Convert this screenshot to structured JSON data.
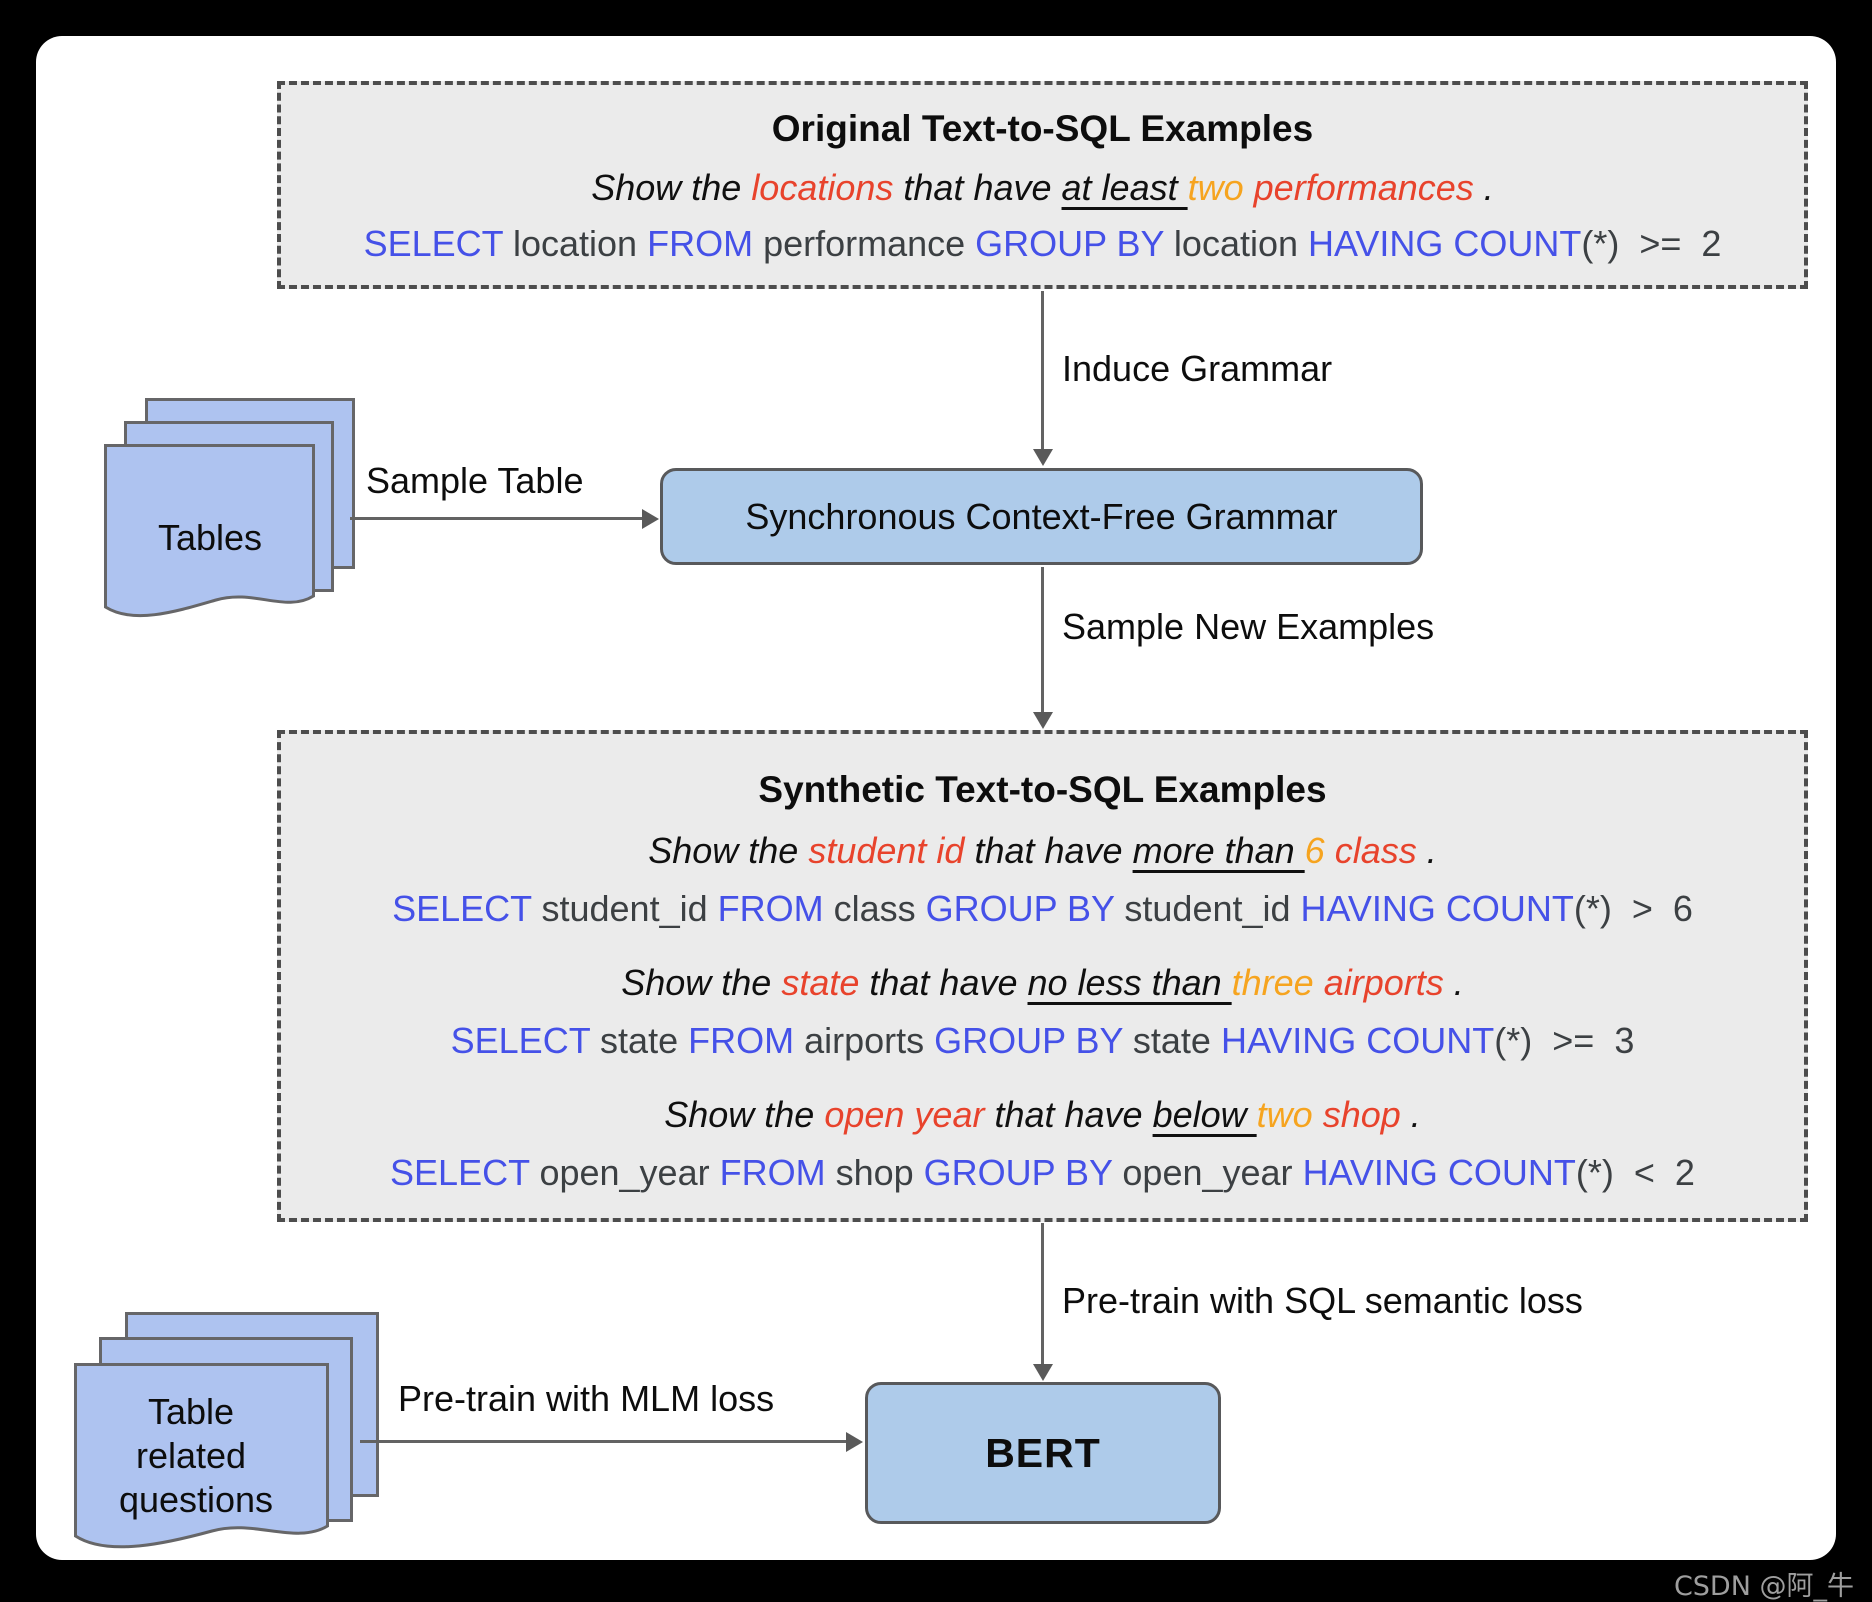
{
  "watermark": "CSDN @阿_牛",
  "colors": {
    "frame_bg": "#000000",
    "panel_bg": "#ffffff",
    "dashed_box_bg": "#ebebeb",
    "dashed_border": "#4d4d4d",
    "node_blue": "#aecbea",
    "doc_blue": "#aec3f0",
    "entity_red": "#e8432c",
    "count_orange": "#f6a41f",
    "sql_keyword_blue": "#4551e8",
    "sql_plain_gray": "#3c4043",
    "arrow_gray": "#636363"
  },
  "original_box": {
    "title": "Original Text-to-SQL Examples",
    "question": [
      {
        "t": "Show the ",
        "c": ""
      },
      {
        "t": "locations",
        "c": "red"
      },
      {
        "t": " that have ",
        "c": ""
      },
      {
        "t": "at least ",
        "c": "u"
      },
      {
        "t": "two",
        "c": "orange"
      },
      {
        "t": " ",
        "c": ""
      },
      {
        "t": "performances",
        "c": "red"
      },
      {
        "t": " .",
        "c": ""
      }
    ],
    "sql": [
      {
        "t": "SELECT",
        "c": "kw"
      },
      {
        "t": " location ",
        "c": ""
      },
      {
        "t": "FROM",
        "c": "kw"
      },
      {
        "t": " performance ",
        "c": ""
      },
      {
        "t": "GROUP BY",
        "c": "kw"
      },
      {
        "t": " location ",
        "c": ""
      },
      {
        "t": "HAVING COUNT",
        "c": "kw"
      },
      {
        "t": "(*)  >=  2",
        "c": ""
      }
    ]
  },
  "labels": {
    "induce_grammar": "Induce Grammar",
    "sample_table": "Sample Table",
    "sample_new_examples": "Sample New Examples",
    "pretrain_sql": "Pre-train with SQL semantic loss",
    "pretrain_mlm": "Pre-train with MLM loss"
  },
  "nodes": {
    "tables_doc": "Tables",
    "scfg": "Synchronous Context-Free Grammar",
    "bert": "BERT",
    "questions_doc": [
      "Table",
      "related",
      "questions"
    ]
  },
  "synthetic_box": {
    "title": "Synthetic Text-to-SQL Examples",
    "examples": [
      {
        "question": [
          {
            "t": "Show the ",
            "c": ""
          },
          {
            "t": "student id",
            "c": "red"
          },
          {
            "t": " that have ",
            "c": ""
          },
          {
            "t": "more than ",
            "c": "u"
          },
          {
            "t": "6",
            "c": "orange"
          },
          {
            "t": " ",
            "c": ""
          },
          {
            "t": "class",
            "c": "red"
          },
          {
            "t": " .",
            "c": ""
          }
        ],
        "sql": [
          {
            "t": "SELECT",
            "c": "kw"
          },
          {
            "t": " student_id ",
            "c": ""
          },
          {
            "t": "FROM",
            "c": "kw"
          },
          {
            "t": " class ",
            "c": ""
          },
          {
            "t": "GROUP BY",
            "c": "kw"
          },
          {
            "t": " student_id ",
            "c": ""
          },
          {
            "t": "HAVING COUNT",
            "c": "kw"
          },
          {
            "t": "(*)  >  6",
            "c": ""
          }
        ]
      },
      {
        "question": [
          {
            "t": "Show the ",
            "c": ""
          },
          {
            "t": "state",
            "c": "red"
          },
          {
            "t": " that have ",
            "c": ""
          },
          {
            "t": "no less than ",
            "c": "u"
          },
          {
            "t": "three",
            "c": "orange"
          },
          {
            "t": " ",
            "c": ""
          },
          {
            "t": "airports",
            "c": "red"
          },
          {
            "t": " .",
            "c": ""
          }
        ],
        "sql": [
          {
            "t": "SELECT",
            "c": "kw"
          },
          {
            "t": " state ",
            "c": ""
          },
          {
            "t": "FROM",
            "c": "kw"
          },
          {
            "t": " airports ",
            "c": ""
          },
          {
            "t": "GROUP BY",
            "c": "kw"
          },
          {
            "t": " state ",
            "c": ""
          },
          {
            "t": "HAVING COUNT",
            "c": "kw"
          },
          {
            "t": "(*)  >=  3",
            "c": ""
          }
        ]
      },
      {
        "question": [
          {
            "t": "Show the ",
            "c": ""
          },
          {
            "t": "open year",
            "c": "red"
          },
          {
            "t": " that have ",
            "c": ""
          },
          {
            "t": "below ",
            "c": "u"
          },
          {
            "t": "two",
            "c": "orange"
          },
          {
            "t": " ",
            "c": ""
          },
          {
            "t": "shop",
            "c": "red"
          },
          {
            "t": " .",
            "c": ""
          }
        ],
        "sql": [
          {
            "t": "SELECT",
            "c": "kw"
          },
          {
            "t": " open_year ",
            "c": ""
          },
          {
            "t": "FROM",
            "c": "kw"
          },
          {
            "t": " shop ",
            "c": ""
          },
          {
            "t": "GROUP BY",
            "c": "kw"
          },
          {
            "t": " open_year ",
            "c": ""
          },
          {
            "t": "HAVING COUNT",
            "c": "kw"
          },
          {
            "t": "(*)  <  2",
            "c": ""
          }
        ]
      }
    ]
  }
}
